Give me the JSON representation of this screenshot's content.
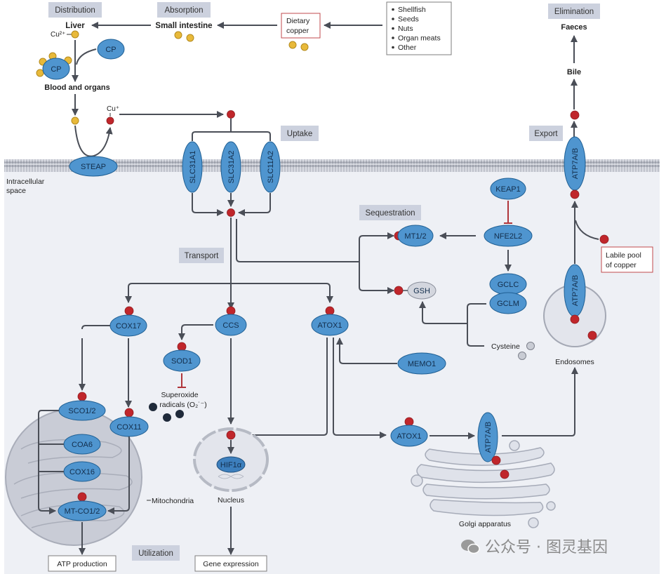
{
  "sections": {
    "distribution": "Distribution",
    "absorption": "Absorption",
    "elimination": "Elimination",
    "uptake": "Uptake",
    "export": "Export",
    "sequestration": "Sequestration",
    "transport": "Transport",
    "utilization": "Utilization"
  },
  "places": {
    "liver": "Liver",
    "small_intestine": "Small intestine",
    "blood_and_organs": "Blood and organs",
    "faeces": "Faeces",
    "bile": "Bile",
    "intracellular_1": "Intracellular",
    "intracellular_2": "space",
    "mitochondria": "Mitochondria",
    "nucleus": "Nucleus",
    "endosomes": "Endosomes",
    "golgi": "Golgi apparatus",
    "cysteine": "Cysteine",
    "superoxide_1": "Superoxide",
    "superoxide_2": "radicals (O₂˙⁻)"
  },
  "ions": {
    "cu2": "Cu²⁺",
    "cu1": "Cu⁺"
  },
  "boxes": {
    "dietary_copper_1": "Dietary",
    "dietary_copper_2": "copper",
    "labile_1": "Labile pool",
    "labile_2": "of copper",
    "atp_production": "ATP production",
    "gene_expression": "Gene expression"
  },
  "food_sources": [
    "Shellfish",
    "Seeds",
    "Nuts",
    "Organ meats",
    "Other"
  ],
  "proteins": {
    "cp": "CP",
    "steap": "STEAP",
    "slc31a1": "SLC31A1",
    "slc31a2": "SLC31A2",
    "slc11a2": "SLC11A2",
    "atp7ab": "ATP7A/B",
    "keap1": "KEAP1",
    "nfe2l2": "NFE2L2",
    "mt12": "MT1/2",
    "gsh": "GSH",
    "gclc": "GCLC",
    "gclm": "GCLM",
    "cox17": "COX17",
    "ccs": "CCS",
    "atox1": "ATOX1",
    "sod1": "SOD1",
    "memo1": "MEMO1",
    "sco12": "SCO1/2",
    "cox11": "COX11",
    "coa6": "COA6",
    "cox16": "COX16",
    "mtco12": "MT-CO1/2",
    "hif1a": "HIF1α"
  },
  "watermark": "公众号 · 图灵基因",
  "colors": {
    "protein": "#4f95cf",
    "cu_plus": "#c0262b",
    "cu_2plus": "#e8b93a",
    "section_label": "#ccd1de",
    "membrane": "#b9bcc6",
    "intracellular": "#eef0f5"
  }
}
